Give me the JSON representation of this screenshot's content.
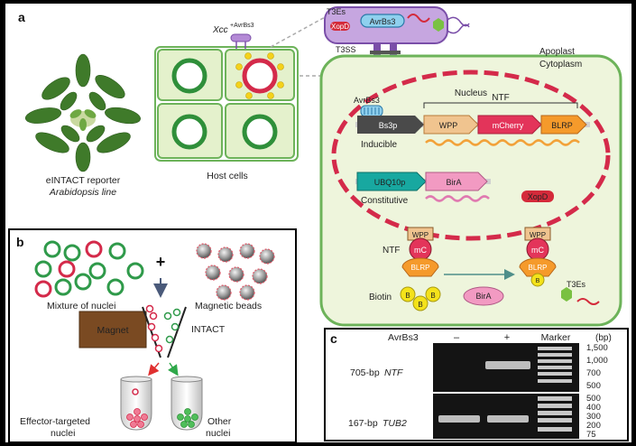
{
  "panel_a": {
    "letter": "a",
    "xcc_label": "Xcc",
    "xcc_superscript": "+AvrBs3",
    "plant_line_1": "eINTACT reporter",
    "plant_line_2": "Arabidopsis line",
    "host_cells": "Host cells",
    "bacterium": {
      "t3es": "T3Es",
      "xopd": "XopD",
      "avrbs3": "AvrBs3",
      "t3ss": "T3SS"
    },
    "apoplast": "Apoplast",
    "cytoplasm": "Cytoplasm",
    "nucleus": "Nucleus",
    "avrbs3_label": "AvrBs3",
    "ntf_bracket": "NTF",
    "construct_inducible": {
      "promoter": "Bs3p",
      "parts": [
        "WPP",
        "mCherry",
        "BLRP"
      ],
      "label": "Inducible"
    },
    "construct_constitutive": {
      "promoter": "UBQ10p",
      "gene": "BirA",
      "label": "Constitutive"
    },
    "xopd_cyto": "XopD",
    "ntf_label": "NTF",
    "ntf_left": {
      "wpp": "WPP",
      "mc": "mC",
      "blrp": "BLRP"
    },
    "ntf_right": {
      "wpp": "WPP",
      "mc": "mC",
      "blrp": "BLRP",
      "b": "B"
    },
    "biotin": "Biotin",
    "b_balls": [
      "B",
      "B",
      "B"
    ],
    "bira": "BirA",
    "t3es_cyto": "T3Es"
  },
  "panel_b": {
    "letter": "b",
    "mixture": "Mixture of nuclei",
    "plus": "+",
    "beads": "Magnetic beads",
    "magnet": "Magnet",
    "intact": "INTACT",
    "effector_1": "Effector-targeted",
    "effector_2": "nuclei",
    "other_1": "Other",
    "other_2": "nuclei"
  },
  "panel_c": {
    "letter": "c",
    "avrbs3": "AvrBs3",
    "minus": "–",
    "plus": "+",
    "marker": "Marker",
    "bp": "(bp)",
    "ntf_row": {
      "size": "705-bp",
      "gene": "NTF"
    },
    "tub_row": {
      "size": "167-bp",
      "gene": "TUB2"
    },
    "top_ladder": [
      "1,500",
      "1,000",
      "700",
      "500"
    ],
    "bottom_ladder": [
      "500",
      "400",
      "300",
      "200",
      "75"
    ]
  },
  "colors": {
    "cell_green": "#6db35a",
    "cytoplasm_fill": "#eef5dc",
    "nucleus_red": "#d42a4a",
    "bacterium_purple": "#a47ac8",
    "wpp": "#e9b27a",
    "mcherry": "#e3345a",
    "blrp": "#f59a2b",
    "bira": "#f29ac2",
    "ubq10p": "#18a8a0",
    "avrbs3": "#7cc7ea",
    "magnet": "#7a4a22",
    "biotin": "#f4e21a",
    "t3es_hex": "#7ac142"
  }
}
